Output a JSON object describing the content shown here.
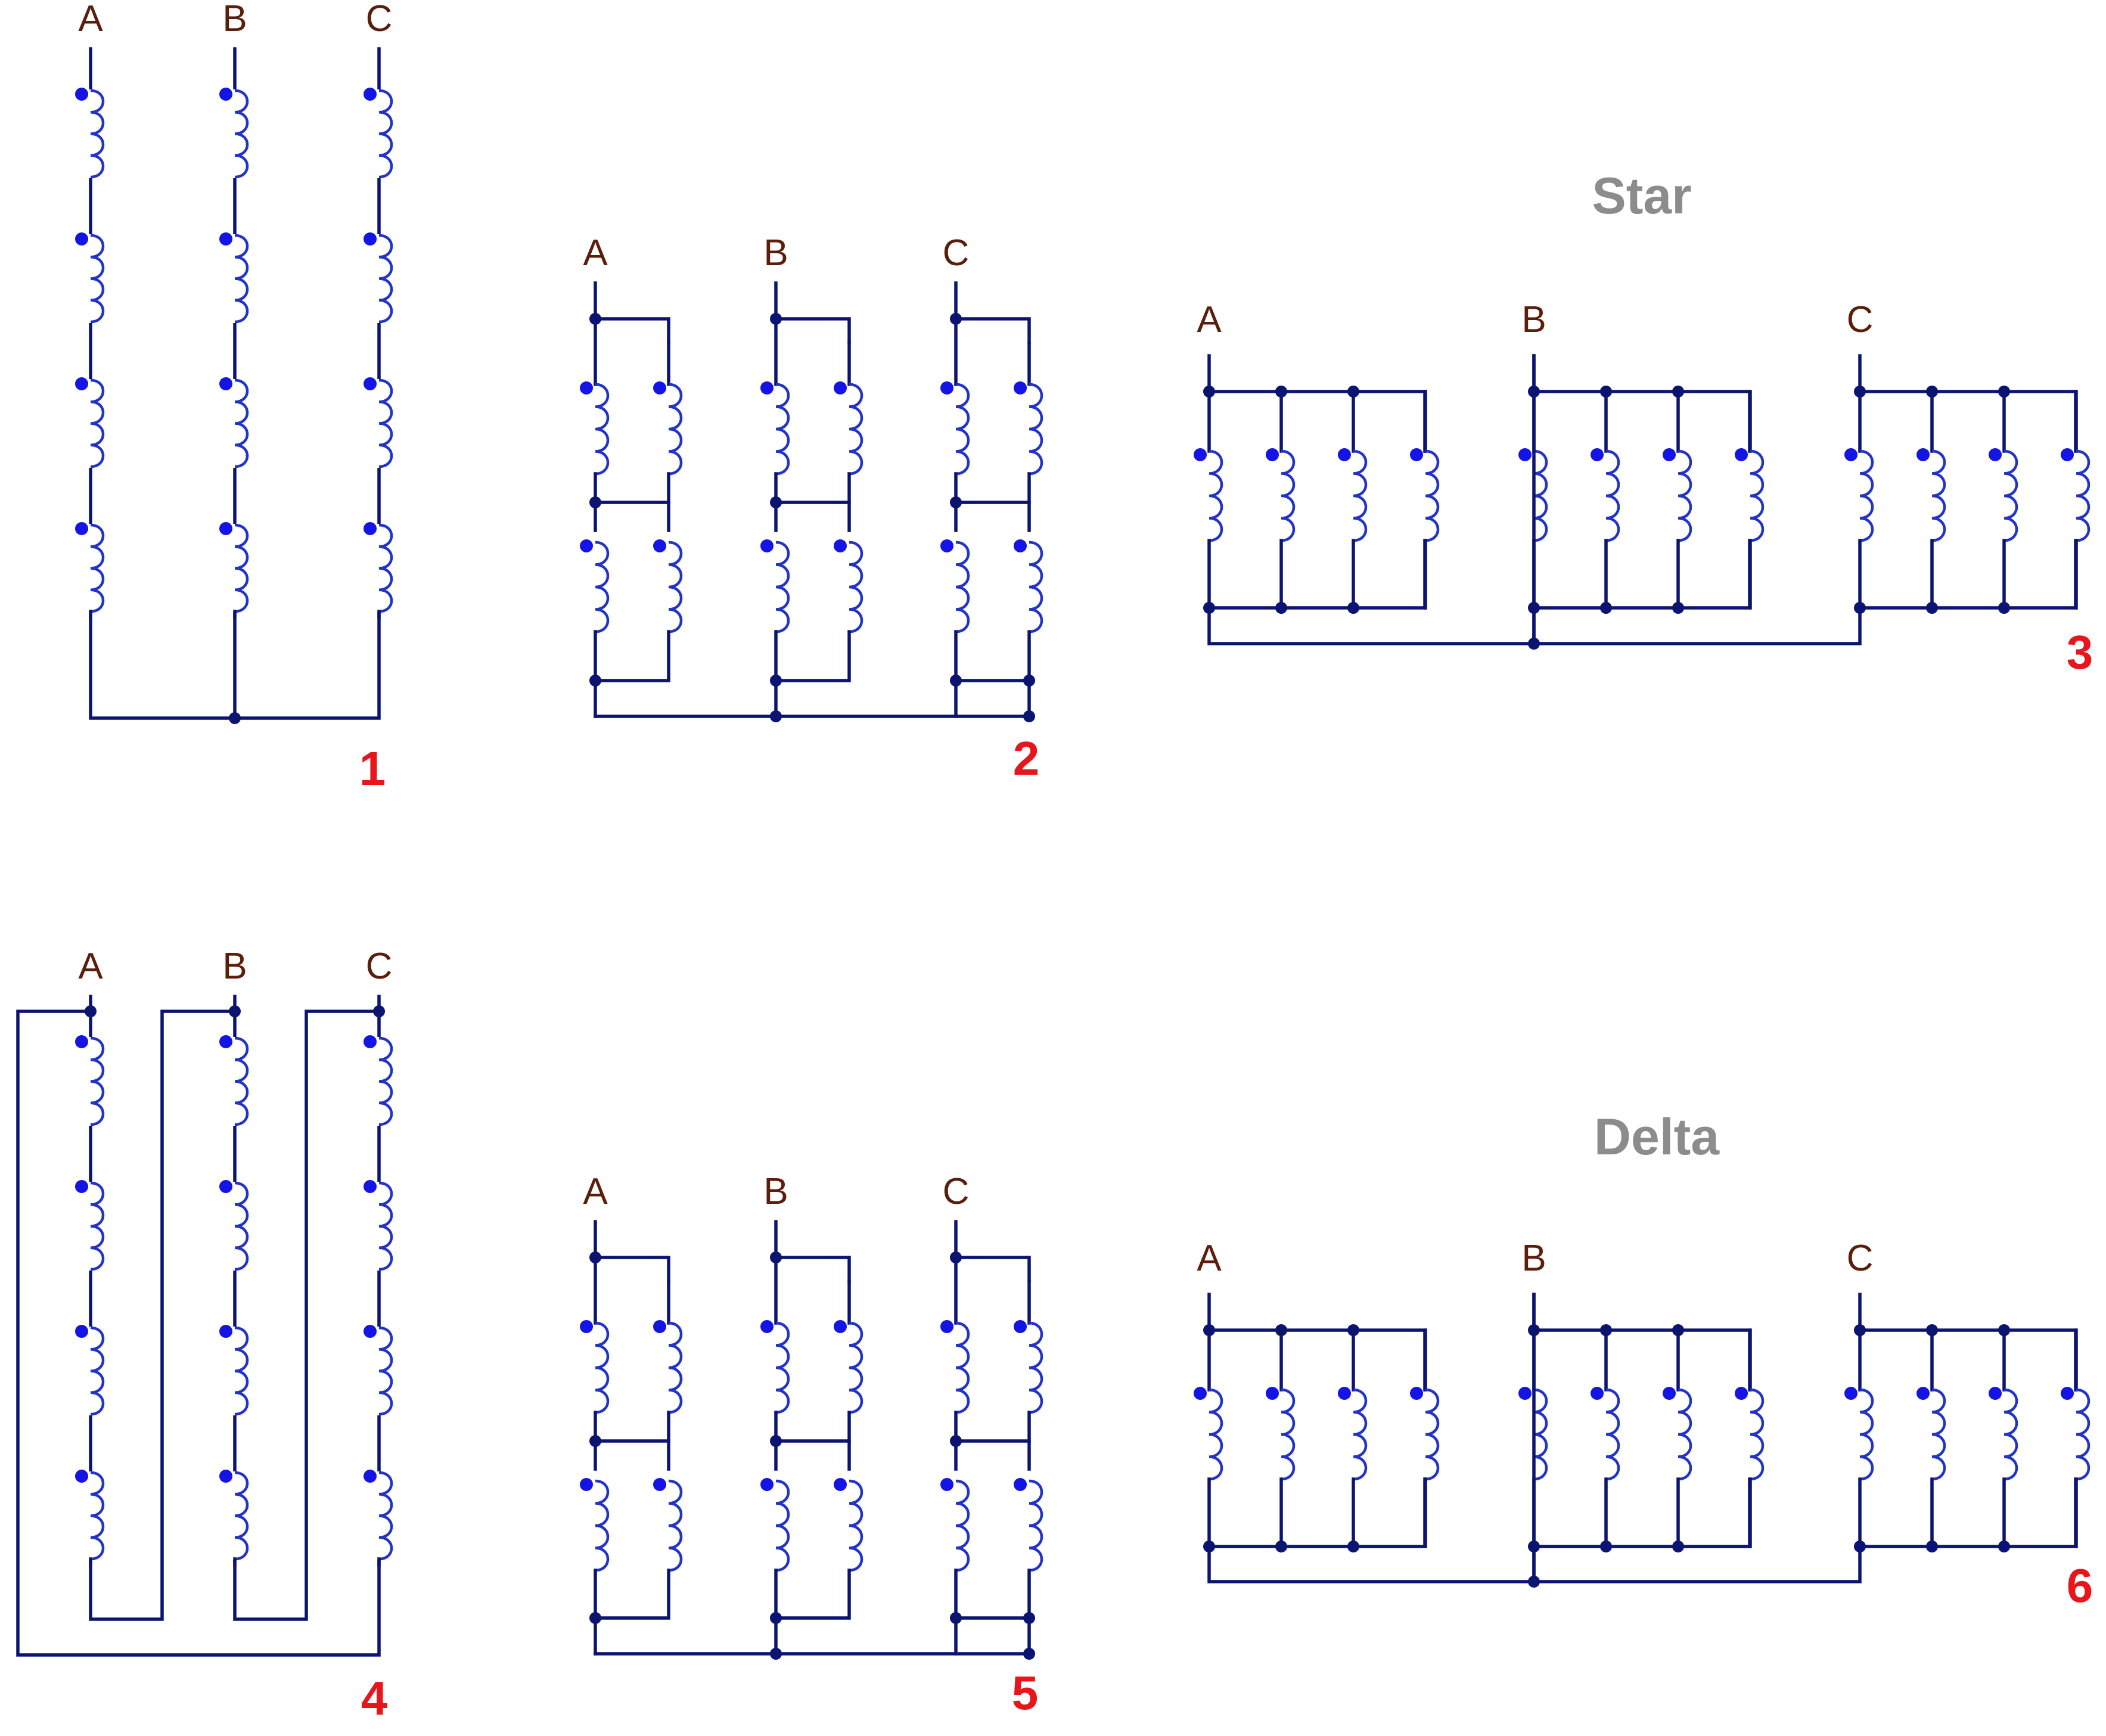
{
  "diagrams": [
    {
      "id": "1",
      "number": "1",
      "phases": [
        "A",
        "B",
        "C"
      ]
    },
    {
      "id": "2",
      "number": "2",
      "phases": [
        "A",
        "B",
        "C"
      ]
    },
    {
      "id": "3",
      "number": "3",
      "phases": [
        "A",
        "B",
        "C"
      ]
    },
    {
      "id": "4",
      "number": "4",
      "phases": [
        "A",
        "B",
        "C"
      ]
    },
    {
      "id": "5",
      "number": "5",
      "phases": [
        "A",
        "B",
        "C"
      ]
    },
    {
      "id": "6",
      "number": "6",
      "phases": [
        "A",
        "B",
        "C"
      ]
    }
  ],
  "section_titles": {
    "star": "Star",
    "delta": "Delta"
  },
  "colors": {
    "wire": "#0b1470",
    "coil": "#2233c8",
    "polarity_dot": "#1414e6",
    "phase_label": "#5a1e0a",
    "diagram_number": "#e8161c",
    "section_title": "#8c8c8c"
  }
}
